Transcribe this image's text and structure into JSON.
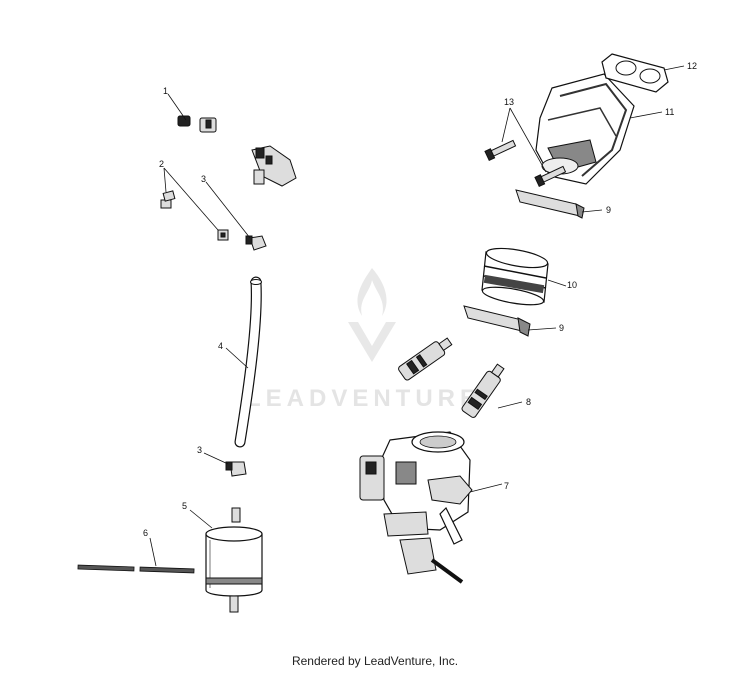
{
  "watermark": {
    "brand": "LEADVENTURE"
  },
  "callouts": {
    "c1": "1",
    "c2": "2",
    "c3a": "3",
    "c3b": "3",
    "c4": "4",
    "c5": "5",
    "c6": "6",
    "c7": "7",
    "c8": "8",
    "c9a": "9",
    "c9b": "9",
    "c10": "10",
    "c11": "11",
    "c12": "12",
    "c13": "13"
  },
  "footer": {
    "text": "Rendered by LeadVenture, Inc."
  }
}
